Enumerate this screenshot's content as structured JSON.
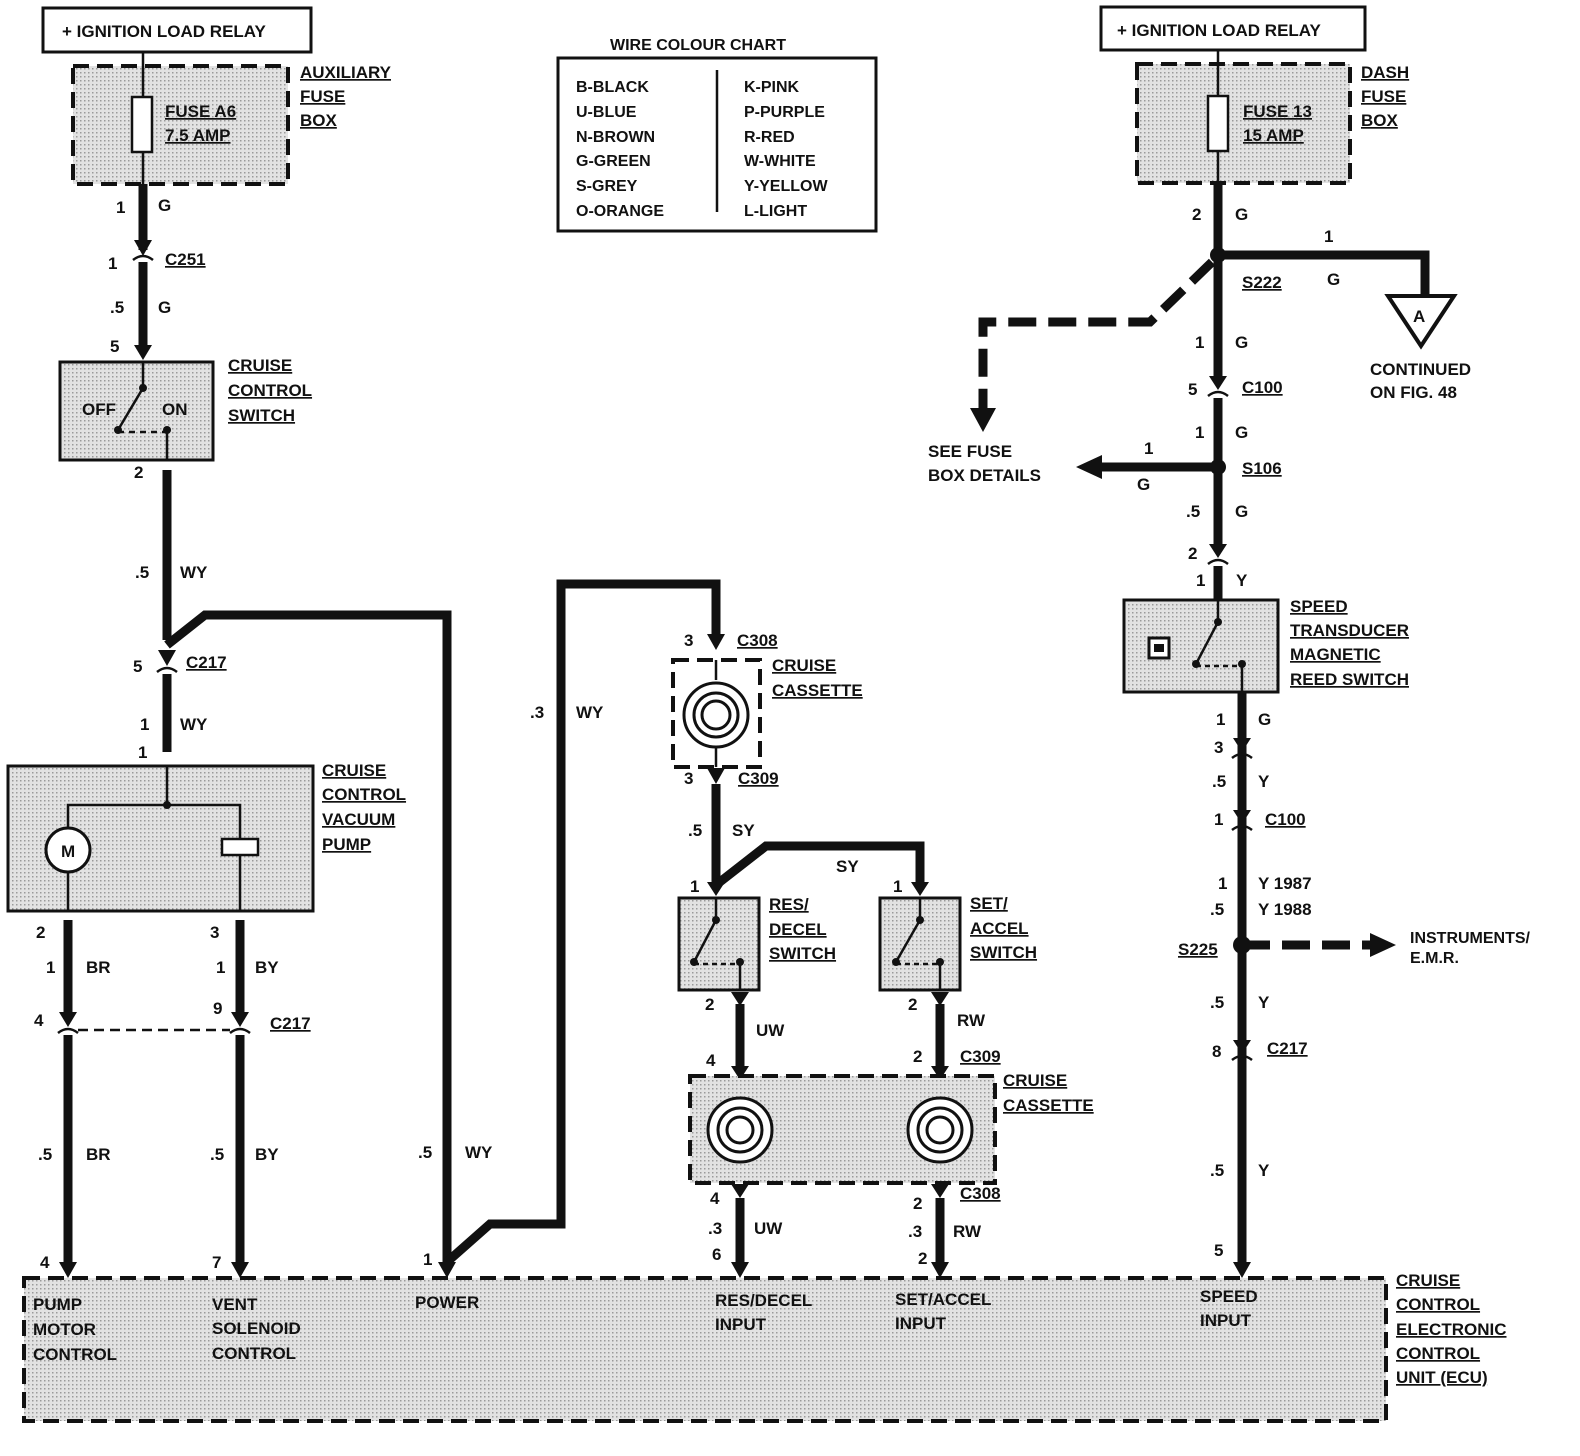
{
  "relay_left": "+ IGNITION LOAD RELAY",
  "relay_right": "+ IGNITION LOAD RELAY",
  "aux_fuse_box": [
    "AUXILIARY",
    "FUSE",
    "BOX"
  ],
  "fuse_a6": [
    "FUSE A6",
    "7.5 AMP"
  ],
  "dash_fuse_box": [
    "DASH",
    "FUSE",
    "BOX"
  ],
  "fuse_13": [
    "FUSE 13",
    "15 AMP"
  ],
  "wire_chart": {
    "title": "WIRE COLOUR CHART",
    "left": [
      "B-BLACK",
      "U-BLUE",
      "N-BROWN",
      "G-GREEN",
      "S-GREY",
      "O-ORANGE"
    ],
    "right": [
      "K-PINK",
      "P-PURPLE",
      "R-RED",
      "W-WHITE",
      "Y-YELLOW",
      "L-LIGHT"
    ]
  },
  "cruise_switch": {
    "label": [
      "CRUISE",
      "CONTROL",
      "SWITCH"
    ],
    "off": "OFF",
    "on": "ON"
  },
  "vacuum_pump": {
    "label": [
      "CRUISE",
      "CONTROL",
      "VACUUM",
      "PUMP"
    ],
    "motor": "M"
  },
  "cassette_top": [
    "CRUISE",
    "CASSETTE"
  ],
  "cassette_bottom": [
    "CRUISE",
    "CASSETTE"
  ],
  "res_decel": [
    "RES/",
    "DECEL",
    "SWITCH"
  ],
  "set_accel": [
    "SET/",
    "ACCEL",
    "SWITCH"
  ],
  "speed_transducer": [
    "SPEED",
    "TRANSDUCER",
    "MAGNETIC",
    "REED SWITCH"
  ],
  "continued": [
    "CONTINUED",
    "ON FIG. 48"
  ],
  "continued_marker": "A",
  "see_fuse": [
    "SEE FUSE",
    "BOX DETAILS"
  ],
  "instruments": [
    "INSTRUMENTS/",
    "E.M.R."
  ],
  "ecu": {
    "label": [
      "CRUISE",
      "CONTROL",
      "ELECTRONIC",
      "CONTROL",
      "UNIT (ECU)"
    ],
    "inputs": [
      [
        "PUMP",
        "MOTOR",
        "CONTROL"
      ],
      [
        "VENT",
        "SOLENOID",
        "CONTROL"
      ],
      [
        "POWER"
      ],
      [
        "RES/DECEL",
        "INPUT"
      ],
      [
        "SET/ACCEL",
        "INPUT"
      ],
      [
        "SPEED",
        "INPUT"
      ]
    ]
  },
  "connectors": {
    "C251": "C251",
    "C217": "C217",
    "C308": "C308",
    "C309": "C309",
    "C100": "C100",
    "S222": "S222",
    "S106": "S106",
    "S225": "S225"
  },
  "wire_labels": {
    "l1": "1",
    "g": "G",
    "p5": ".5",
    "p3": ".3",
    "wy": "WY",
    "sy": "SY",
    "br": "BR",
    "by": "BY",
    "uw": "UW",
    "rw": "RW",
    "y": "Y",
    "y1987": "Y 1987",
    "y1988": "Y 1988"
  },
  "pins": {
    "p1": "1",
    "p2": "2",
    "p3": "3",
    "p4": "4",
    "p5": "5",
    "p6": "6",
    "p7": "7",
    "p8": "8",
    "p9": "9"
  }
}
